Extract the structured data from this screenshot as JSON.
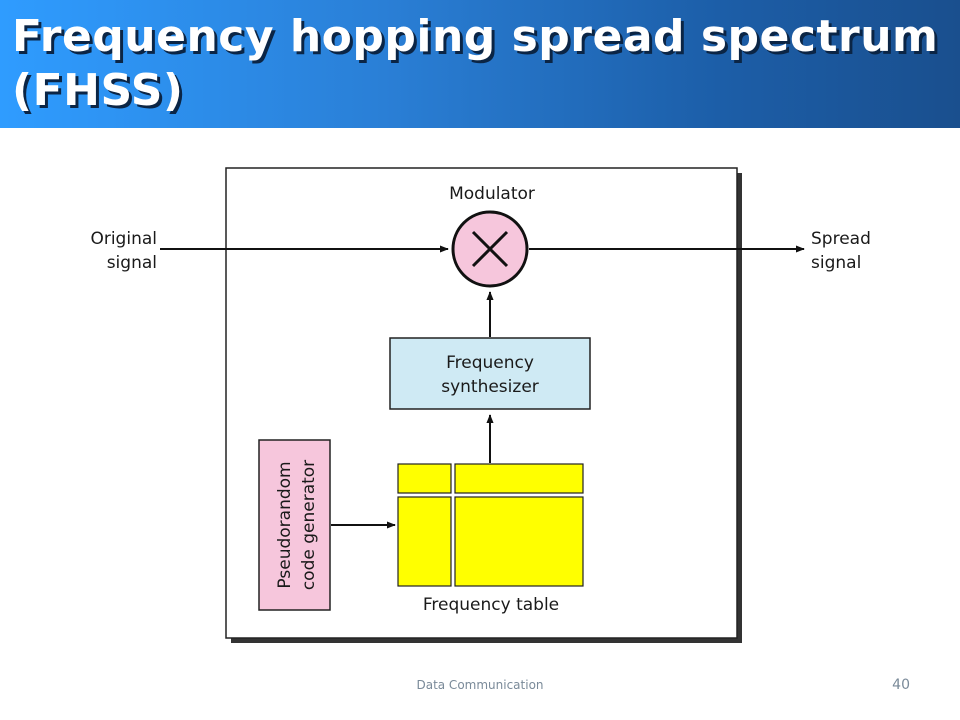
{
  "slide": {
    "title": "Frequency hopping spread spectrum (FHSS)",
    "footer_text": "Data Communication",
    "page_number": "40"
  },
  "diagram": {
    "modulator_label": "Modulator",
    "input_label": [
      "Original",
      "signal"
    ],
    "output_label": [
      "Spread",
      "signal"
    ],
    "synthesizer_label": [
      "Frequency",
      "synthesizer"
    ],
    "generator_label": [
      "Pseudorandom",
      "code generator"
    ],
    "table_label": "Frequency table"
  },
  "colors": {
    "title_gradient_start": "#2f9cff",
    "title_gradient_end": "#1a4f8e",
    "modulator_fill": "#f6c6dc",
    "synthesizer_fill": "#cfeaf4",
    "generator_fill": "#f6c6dc",
    "table_fill": "#ffff00"
  },
  "icons": {
    "modulator_symbol": "multiply-x-icon"
  }
}
